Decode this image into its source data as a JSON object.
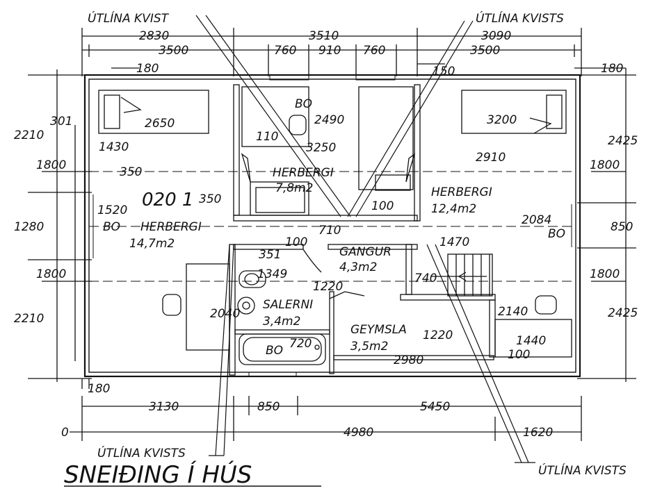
{
  "leaders": {
    "top_left": "ÚTLÍNA KVIST",
    "top_right": "ÚTLÍNA KVISTS",
    "bottom_left": "ÚTLÍNA KVISTS",
    "bottom_right": "ÚTLÍNA KVISTS"
  },
  "title": "SNEIÐING Í HÚS",
  "dims_top": {
    "a": "2830",
    "b": "3510",
    "c": "3090",
    "d": "3500",
    "e": "760",
    "f": "910",
    "g": "760",
    "h": "3500",
    "i": "180",
    "j": "150",
    "k": "180"
  },
  "dims_bottom": {
    "a": "180",
    "b": "3130",
    "c": "850",
    "d": "5450",
    "e": "0",
    "f": "4980",
    "g": "1620"
  },
  "dims_left": {
    "a": "2210",
    "b": "1800",
    "c": "1280",
    "d": "1800",
    "e": "2210"
  },
  "dims_right": {
    "a": "2425",
    "b": "1800",
    "c": "850",
    "d": "1800",
    "e": "2425"
  },
  "dims_inner": {
    "a": "301",
    "b": "2650",
    "c": "1430",
    "d": "110",
    "e": "2490",
    "f": "3250",
    "g": "3200",
    "h": "2910",
    "i": "350",
    "j": "350",
    "k": "1520",
    "l": "100",
    "m": "710",
    "n": "2084",
    "o": "100",
    "p": "351",
    "q": "1470",
    "r": "1349",
    "s": "1220",
    "t": "740",
    "u": "2040",
    "v": "720",
    "w": "1220",
    "x": "2140",
    "y": "1440",
    "z": "2980",
    "aa": "100"
  },
  "rooms": {
    "bo1": "BO",
    "herbergi_mid": "HERBERGI",
    "herbergi_mid_area": "7,8m2",
    "herbergi_right": "HERBERGI",
    "herbergi_right_area": "12,4m2",
    "bo2": "BO",
    "herbergi_left": "HERBERGI",
    "herbergi_left_area": "14,7m2",
    "bo3": "BO",
    "gangur": "GANGUR",
    "gangur_area": "4,3m2",
    "salerni": "SALERNI",
    "salerni_area": "3,4m2",
    "geymsla": "GEYMSLA",
    "geymsla_area": "3,5m2",
    "bo_bath": "BO",
    "room_number": "020 1"
  }
}
